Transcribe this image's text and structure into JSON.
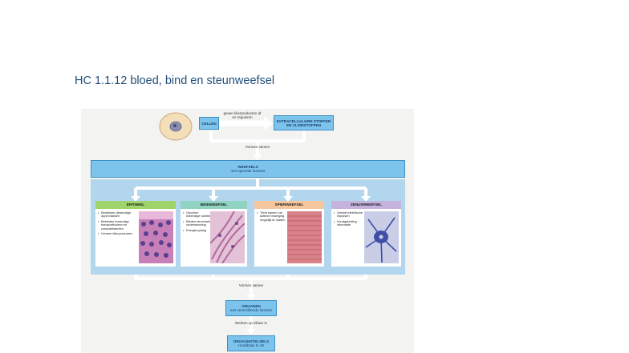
{
  "slide": {
    "title": "HC 1.1.12 bloed, bind en steunweefsel"
  },
  "diagram": {
    "cellen": "CELLEN",
    "arrow_top": "geven klierproducten af en reguleren",
    "extracellulair": "EXTRACELLULAIRE STOFFEN EN VLOEISTOFFEN",
    "vormen_samen_1": "Vormen samen",
    "weefsels": {
      "title": "WEEFSELS",
      "sub": "met speciale functies"
    },
    "tissues": [
      {
        "name": "EPITHEEL",
        "header_color": "#9fd36b",
        "bullets": [
          "Bedekken uitwendige oppervlakken",
          "Bekleden inwendige transportbuizen en compartimenten",
          "Vormen klierproducten"
        ]
      },
      {
        "name": "BINDWEEFSEL",
        "header_color": "#8fd3c0",
        "bullets": [
          "Opvullen inwendige ruimten",
          "Bieden structurele ondersteuning",
          "Energieopslag"
        ]
      },
      {
        "name": "SPIERWEEFSEL",
        "header_color": "#f6c79c",
        "bullets": [
          "Trekt samen om actieve beweging mogelijk te maken"
        ]
      },
      {
        "name": "ZENUWWEEFSEL",
        "header_color": "#c5b3dd",
        "bullets": [
          "Geleidt elektrische impulsen",
          "Voortgeleiding informatie"
        ]
      }
    ],
    "vormen_samen_2": "Vormen samen",
    "organen": {
      "title": "ORGANEN",
      "sub": "met verschillende functies"
    },
    "werken_op_elkaar_in": "Werken op elkaar in",
    "orgaanstelsels": {
      "title": "ORGAANSTELSELS",
      "sub": "Hoofdstuk 5–20"
    }
  }
}
